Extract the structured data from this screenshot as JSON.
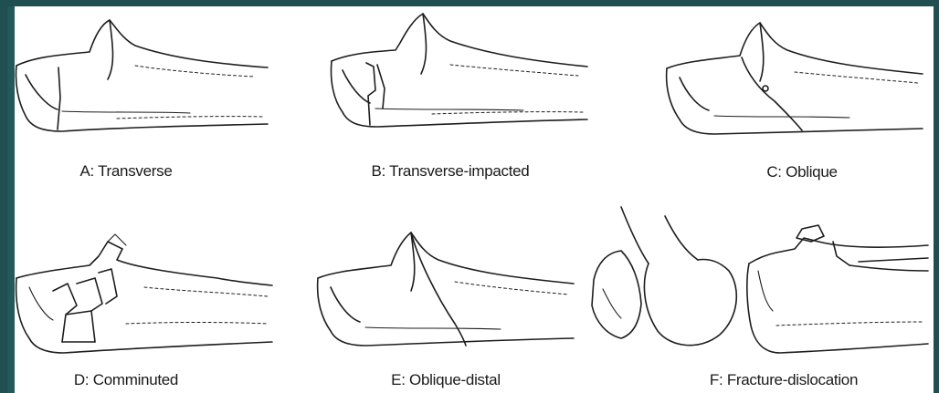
{
  "figure": {
    "background_color": "#1f4f50",
    "panels": [
      {
        "id": "A",
        "caption": "A: Transverse"
      },
      {
        "id": "B",
        "caption": "B: Transverse-impacted"
      },
      {
        "id": "C",
        "caption": "C: Oblique"
      },
      {
        "id": "D",
        "caption": "D: Comminuted"
      },
      {
        "id": "E",
        "caption": "E: Oblique-distal"
      },
      {
        "id": "F",
        "caption": "F: Fracture-dislocation"
      }
    ]
  }
}
